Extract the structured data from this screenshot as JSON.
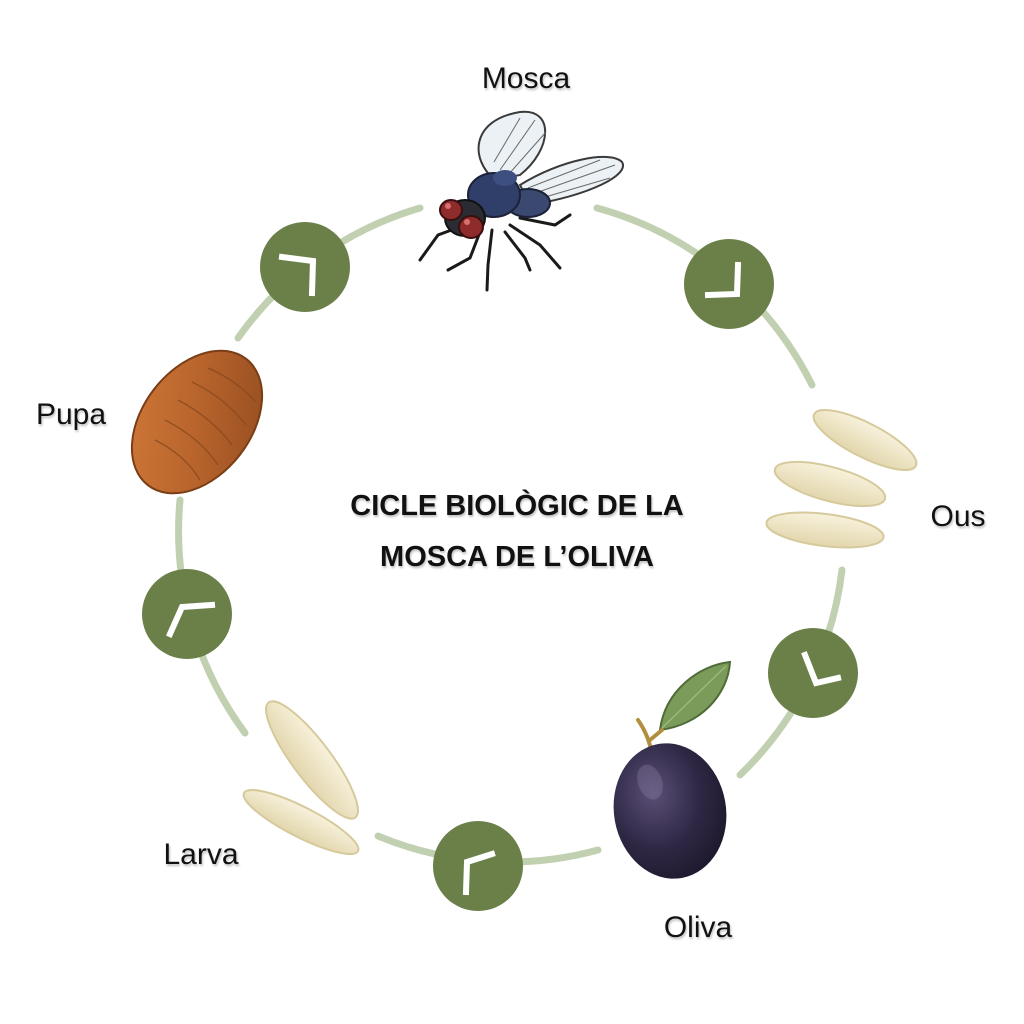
{
  "title": {
    "line1": "CICLE BIOLÒGIC DE LA",
    "line2": "MOSCA DE L’OLIVA"
  },
  "stages": {
    "mosca": "Mosca",
    "ous": "Ous",
    "oliva": "Oliva",
    "larva": "Larva",
    "pupa": "Pupa"
  },
  "colors": {
    "ring": "#c2d0b2",
    "arrow_node": "#6b8048",
    "arrow_mark": "#ffffff",
    "olive": "#2f2845",
    "leaf": "#7a9b5a",
    "pupa": "#b8642c",
    "egg": "#efe6c7",
    "fly_body": "#2f3f6a",
    "fly_eye": "#8e2b2b"
  },
  "icons": {
    "arrow": "chevron-arrow-icon",
    "fly": "fly-icon",
    "eggs": "eggs-icon",
    "olive": "olive-icon",
    "larva": "larva-icon",
    "pupa": "pupa-icon"
  }
}
